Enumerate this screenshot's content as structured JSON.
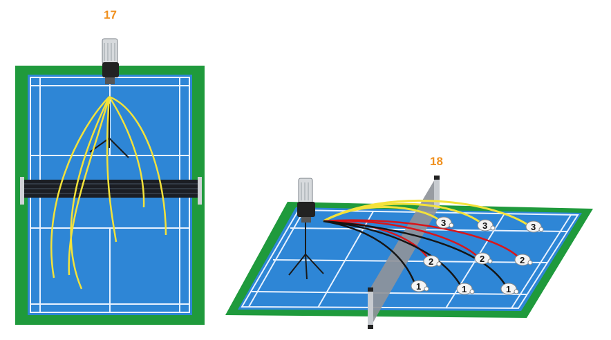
{
  "figures": [
    {
      "label": "17"
    },
    {
      "label": "18"
    }
  ],
  "colors": {
    "court_outer": "#1f9a3c",
    "court_inner": "#2e86d6",
    "lines": "#e8f2ff",
    "trajectory_yellow": "#f3e23a",
    "trajectory_red": "#d9161a",
    "trajectory_black": "#151515",
    "label_orange": "#f0901e"
  },
  "shuttle_groups": [
    {
      "number": "3",
      "color": "#f3e23a"
    },
    {
      "number": "2",
      "color": "#d9161a"
    },
    {
      "number": "1",
      "color": "#151515"
    }
  ]
}
